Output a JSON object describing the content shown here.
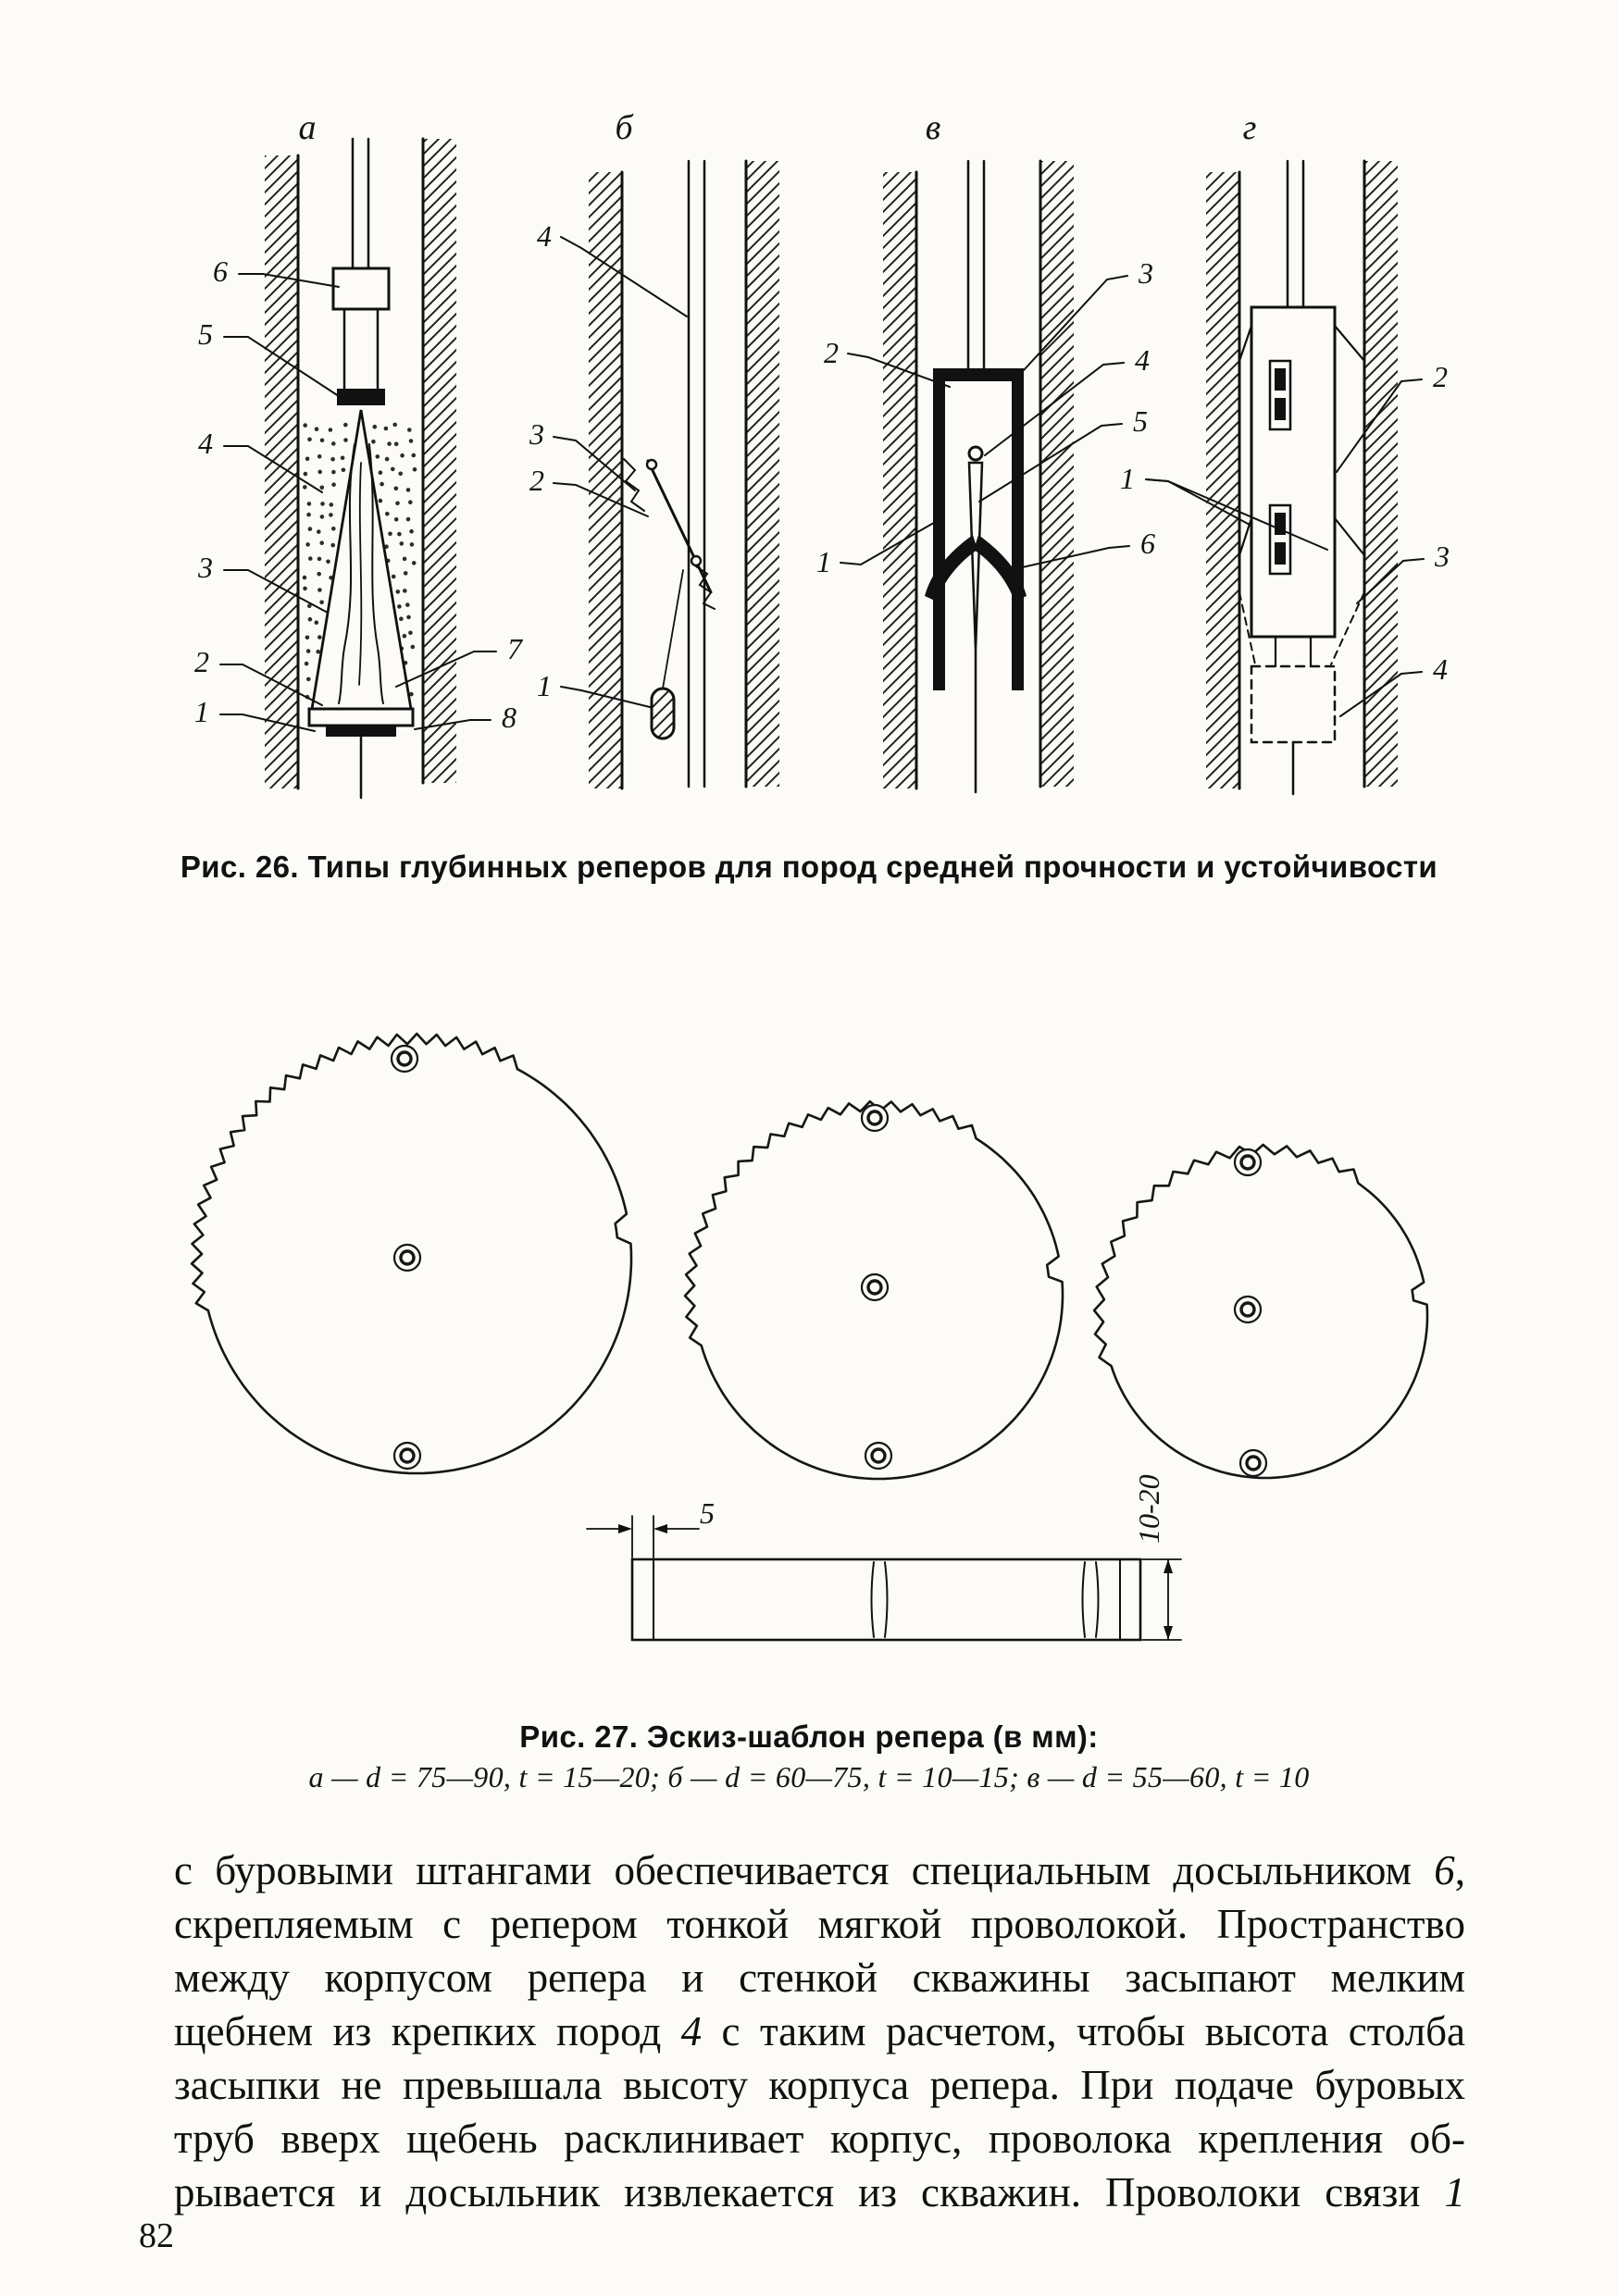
{
  "page_number": "82",
  "fig26": {
    "caption": "Рис. 26. Типы глубинных реперов для пород средней прочности и устойчивости",
    "panels": [
      "а",
      "б",
      "в",
      "г"
    ],
    "callouts": {
      "a": [
        "6",
        "5",
        "4",
        "3",
        "2",
        "1",
        "7",
        "8"
      ],
      "b": [
        "4",
        "3",
        "2",
        "1"
      ],
      "v": [
        "2",
        "1",
        "3",
        "4",
        "5",
        "6"
      ],
      "g": [
        "1",
        "2",
        "3",
        "4"
      ]
    }
  },
  "fig27": {
    "caption_title": "Рис. 27. Эскиз-шаблон репера (в мм):",
    "caption_values": "а — d = 75—90,  t = 15—20;  б — d = 60—75,  t = 10—15;  в — d = 55—60,  t = 10",
    "dims": {
      "thickness": "5",
      "height": "10-20"
    }
  },
  "body": {
    "lines": [
      {
        "pre": "с буровыми штангами обеспечивается специальным досыльником ",
        "em": "6",
        "post": ","
      },
      {
        "pre": "скрепляемым с репером тонкой мягкой проволокой. Пространство",
        "em": "",
        "post": ""
      },
      {
        "pre": "между корпусом репера и стенкой скважины засыпают мелким",
        "em": "",
        "post": ""
      },
      {
        "pre": "щебнем из крепких пород ",
        "em": "4",
        "post": " с таким расчетом, чтобы высота столба"
      },
      {
        "pre": "засыпки не превышала высоту корпуса репера. При подаче буровых",
        "em": "",
        "post": ""
      },
      {
        "pre": "труб вверх щебень расклинивает корпус, проволока крепления об-",
        "em": "",
        "post": ""
      },
      {
        "pre": "рывается и досыльник извлекается из скважин. Проволоки связи ",
        "em": "1",
        "post": ""
      }
    ]
  }
}
